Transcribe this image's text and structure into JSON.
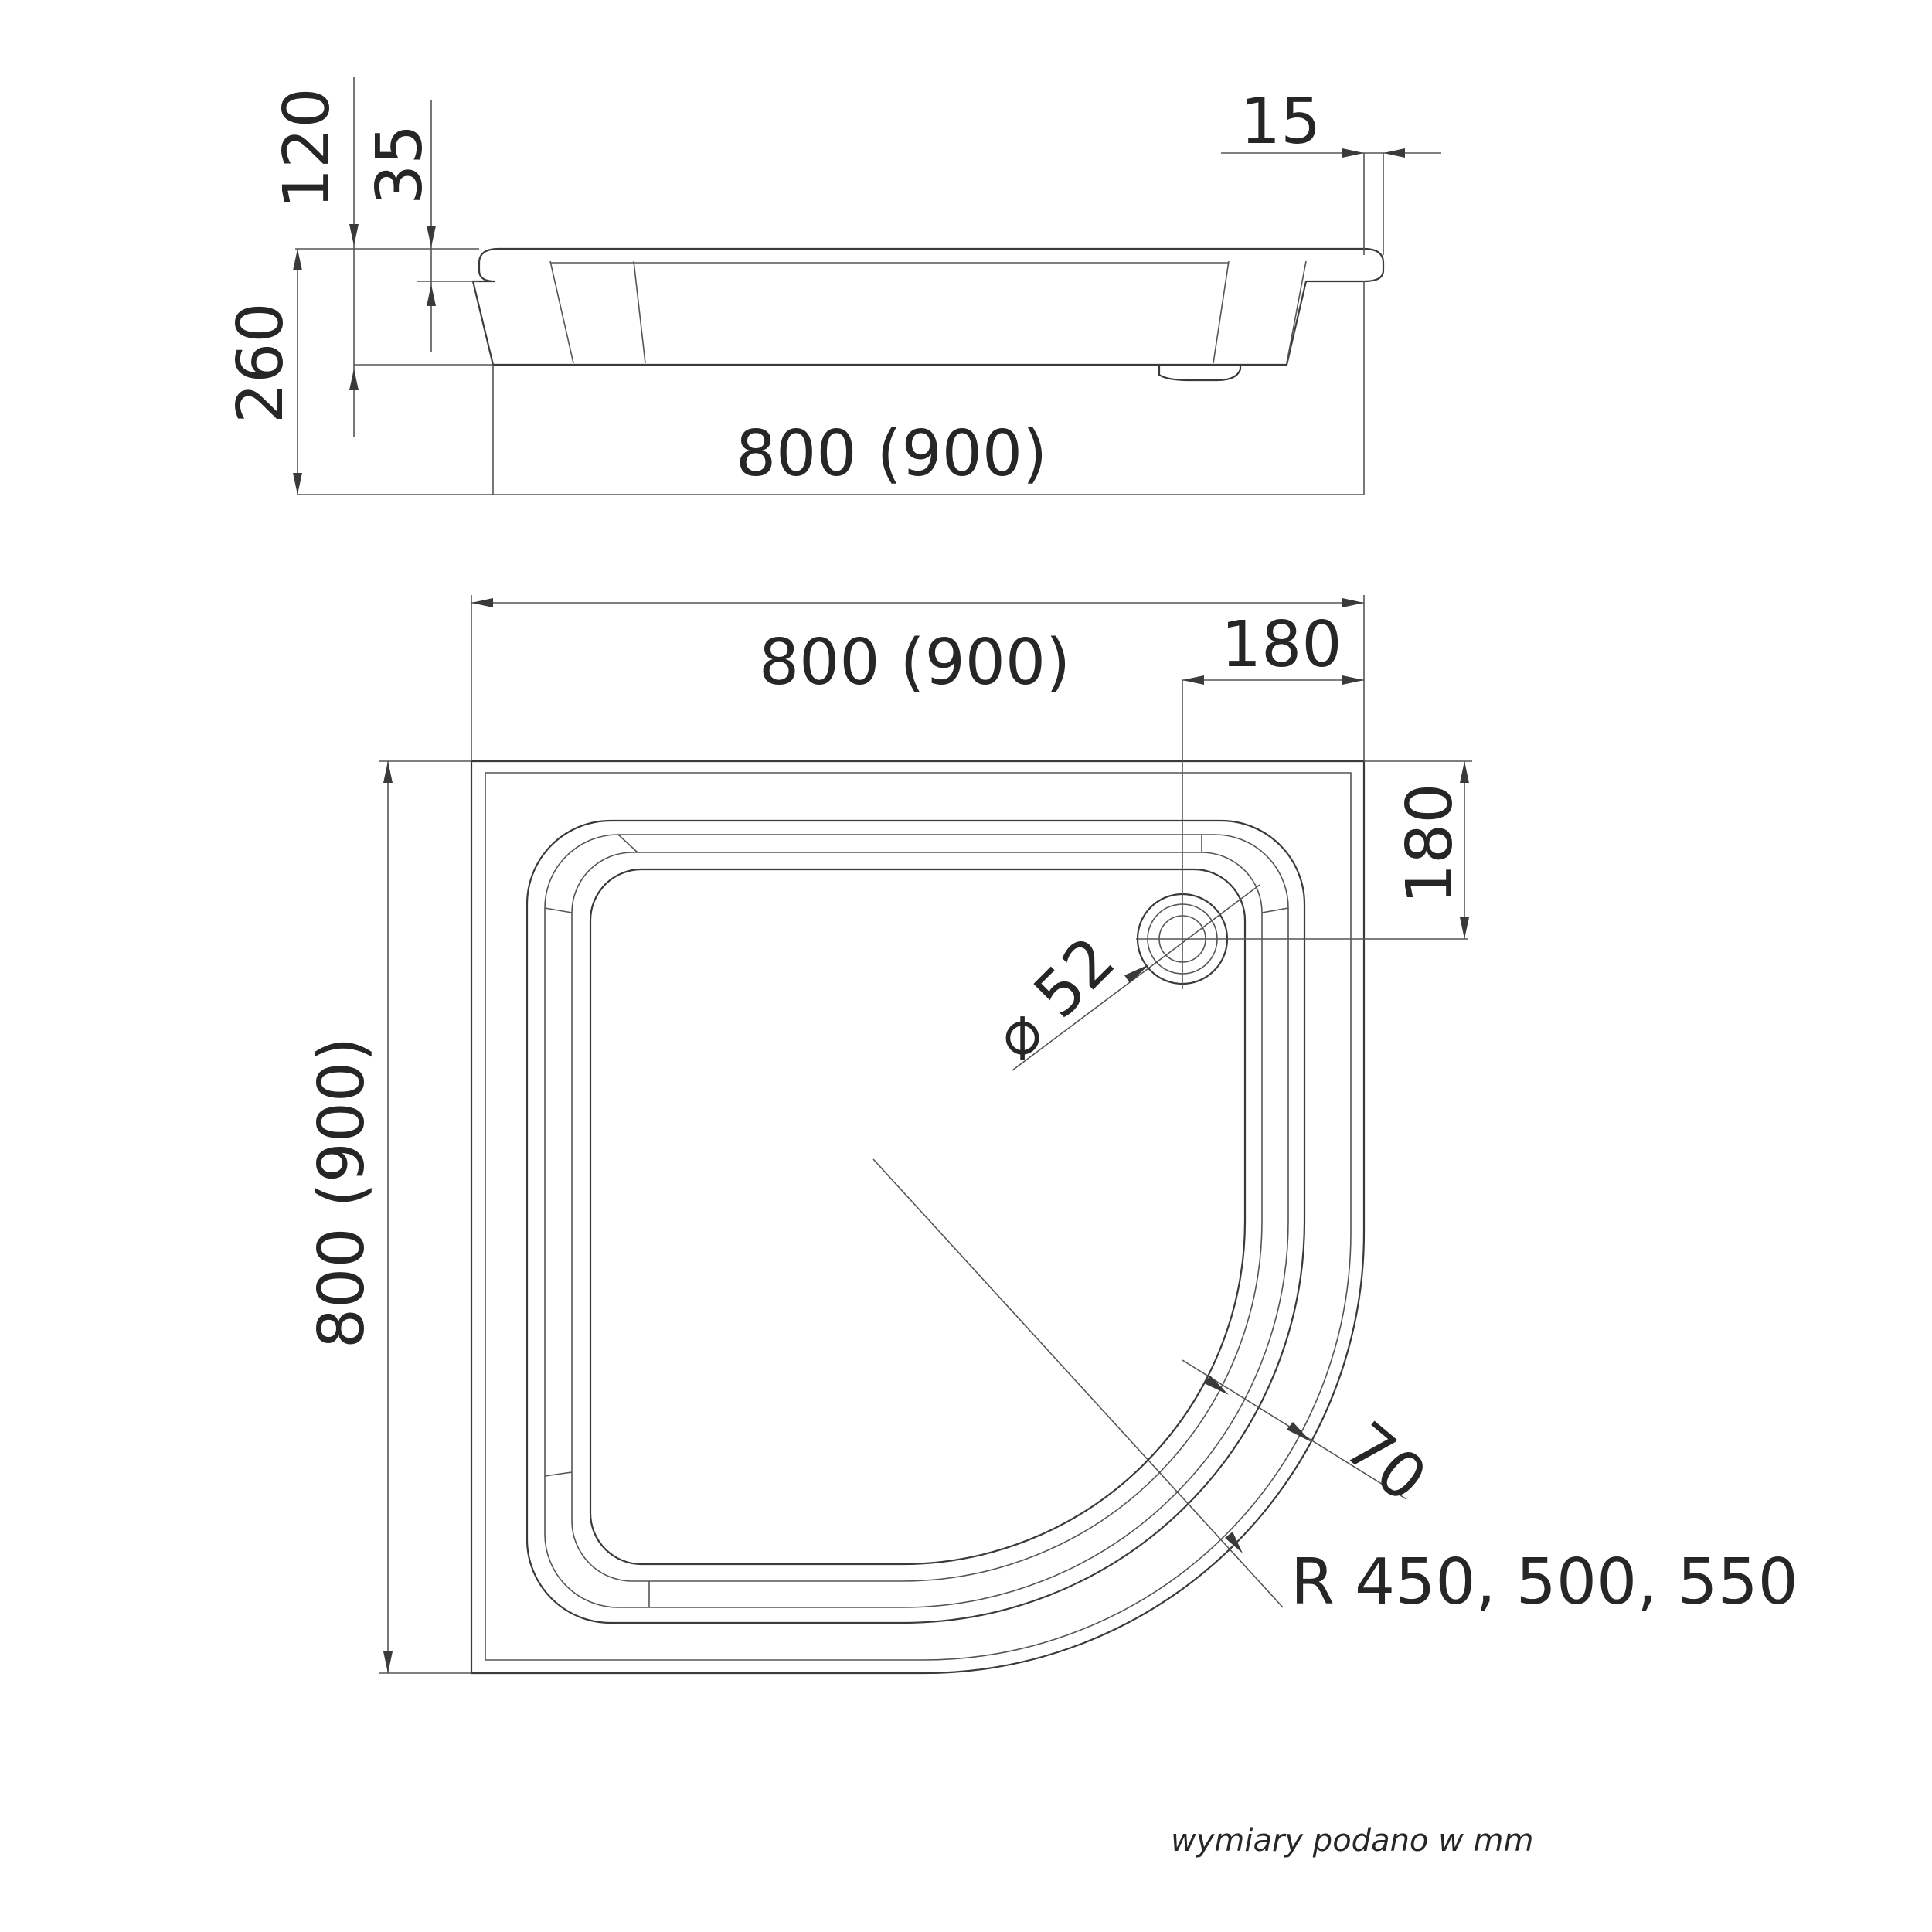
{
  "side_view": {
    "height_total": "260",
    "height_120": "120",
    "height_35": "35",
    "rim_15": "15",
    "width": "800 (900)"
  },
  "top_view": {
    "width": "800 (900)",
    "depth": "800 (900)",
    "drain_offset_x": "180",
    "drain_offset_y": "180",
    "drain_diameter": "⌀ 52",
    "rim_width": "70",
    "radius": "R 450, 500, 550"
  },
  "footer": {
    "note": "wymiary podano w mm"
  }
}
